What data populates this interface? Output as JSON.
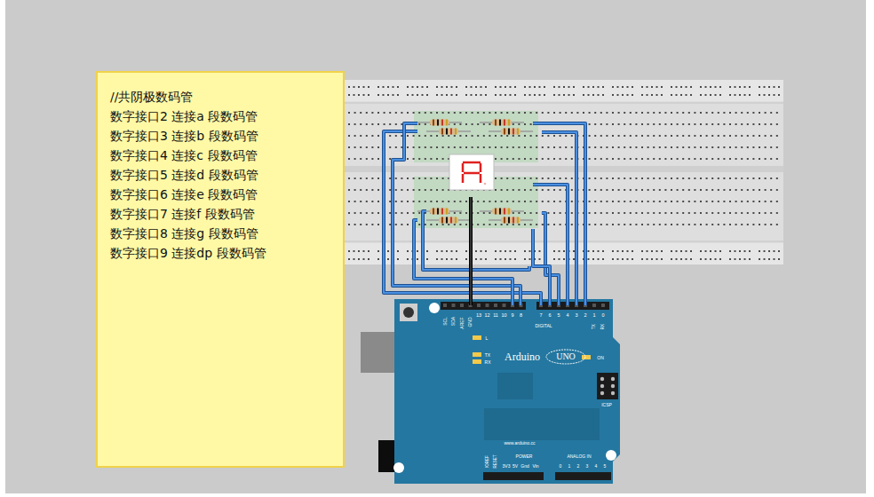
{
  "diagram": {
    "nodes": [
      {
        "text": [
          "//共阴极数码管",
          "数字接口2 连接a 段数码管",
          "数字接口3 连接b 段数码管",
          "数字接口4 连接c 段数码管",
          "数字接口5 连接d 段数码管",
          "数字接口6 连接e 段数码管",
          "数字接口7 连接f 段数码管",
          "数字接口8 连接g 段数码管",
          "数字接口9 连接dp 段数码管"
        ]
      }
    ],
    "labels": [
      "SCL",
      "SDA",
      "AREF",
      "GND",
      "13",
      "12",
      "11",
      "10",
      "9",
      "8",
      "DIGITAL",
      "7",
      "6",
      "5",
      "4",
      "3",
      "2",
      "1",
      "0",
      "TX",
      "RX",
      "L",
      "TX",
      "RX",
      "Arduino",
      "UNO",
      "ON",
      "ICSP",
      "www.arduino.cc",
      "IOREF",
      "RESET",
      "3V3",
      "5V",
      "Gnd",
      "Vin",
      "POWER",
      "ANALOG IN",
      "0",
      "1",
      "2",
      "3",
      "4",
      "5"
    ]
  }
}
